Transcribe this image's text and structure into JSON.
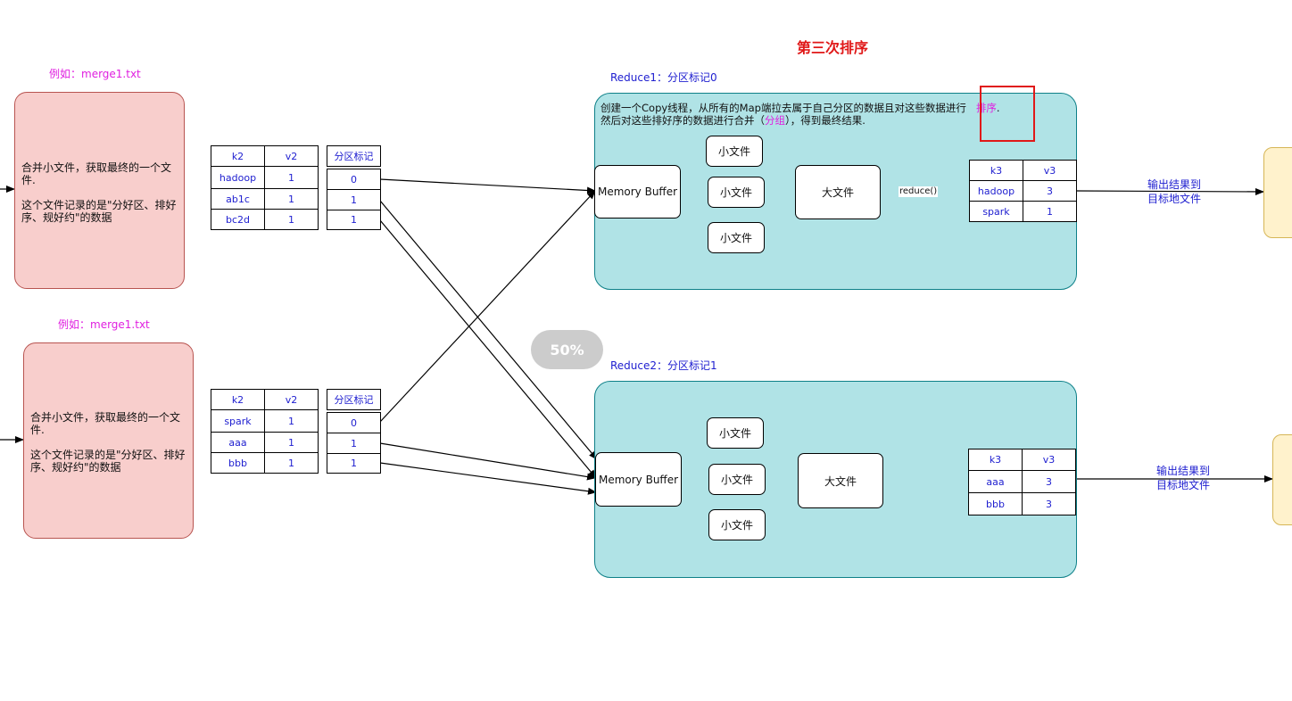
{
  "title": "第三次排序",
  "example_labels": [
    "例如：merge1.txt",
    "例如：merge1.txt"
  ],
  "merge_boxes": [
    {
      "line1": "合并小文件，获取最终的一个文件.",
      "line2": "这个文件记录的是\"分好区、排好序、规好约\"的数据"
    },
    {
      "line1": "合并小文件，获取最终的一个文件.",
      "line2": "这个文件记录的是\"分好区、排好序、规好约\"的数据"
    }
  ],
  "kv_tables": [
    {
      "headers": [
        "k2",
        "v2"
      ],
      "rows": [
        [
          "hadoop",
          "1"
        ],
        [
          "ab1c",
          "1"
        ],
        [
          "bc2d",
          "1"
        ]
      ]
    },
    {
      "headers": [
        "k2",
        "v2"
      ],
      "rows": [
        [
          "spark",
          "1"
        ],
        [
          "aaa",
          "1"
        ],
        [
          "bbb",
          "1"
        ]
      ]
    }
  ],
  "partition_tables": [
    {
      "header": "分区标记",
      "values": [
        "0",
        "1",
        "1"
      ]
    },
    {
      "header": "分区标记",
      "values": [
        "0",
        "1",
        "1"
      ]
    }
  ],
  "reducers": [
    {
      "label": "Reduce1：分区标记0",
      "desc_part1": "创建一个Copy线程，从所有的Map端拉去属于自己分区的数据且对这些数据进行",
      "desc_sort": "排序",
      "desc_dot": ".",
      "desc_line2_a": "然后对这些排好序的数据进行合并（",
      "desc_group": "分组",
      "desc_line2_b": "），得到最终结果.",
      "memory_buffer": "Memory Buffer",
      "small_files": [
        "小文件",
        "小文件",
        "小文件"
      ],
      "big_file": "大文件",
      "reduce_label": "reduce()",
      "result": {
        "headers": [
          "k3",
          "v3"
        ],
        "rows": [
          [
            "hadoop",
            "3"
          ],
          [
            "spark",
            "1"
          ]
        ]
      },
      "output_line1": "输出结果到",
      "output_line2": "目标地文件"
    },
    {
      "label": "Reduce2：分区标记1",
      "memory_buffer": "Memory Buffer",
      "small_files": [
        "小文件",
        "小文件",
        "小文件"
      ],
      "big_file": "大文件",
      "result": {
        "headers": [
          "k3",
          "v3"
        ],
        "rows": [
          [
            "aaa",
            "3"
          ],
          [
            "bbb",
            "3"
          ]
        ]
      },
      "output_line1": "输出结果到",
      "output_line2": "目标地文件"
    }
  ],
  "zoom_badge": "50%",
  "colors": {
    "title": "#e01818",
    "magenta": "#e020e0",
    "blue_text": "#2020d0",
    "green_text": "#229922",
    "merge_fill": "#f8cecc",
    "reduce_fill": "#b0e3e6",
    "output_fill": "#fff2cc",
    "highlight_border": "#e01818"
  }
}
